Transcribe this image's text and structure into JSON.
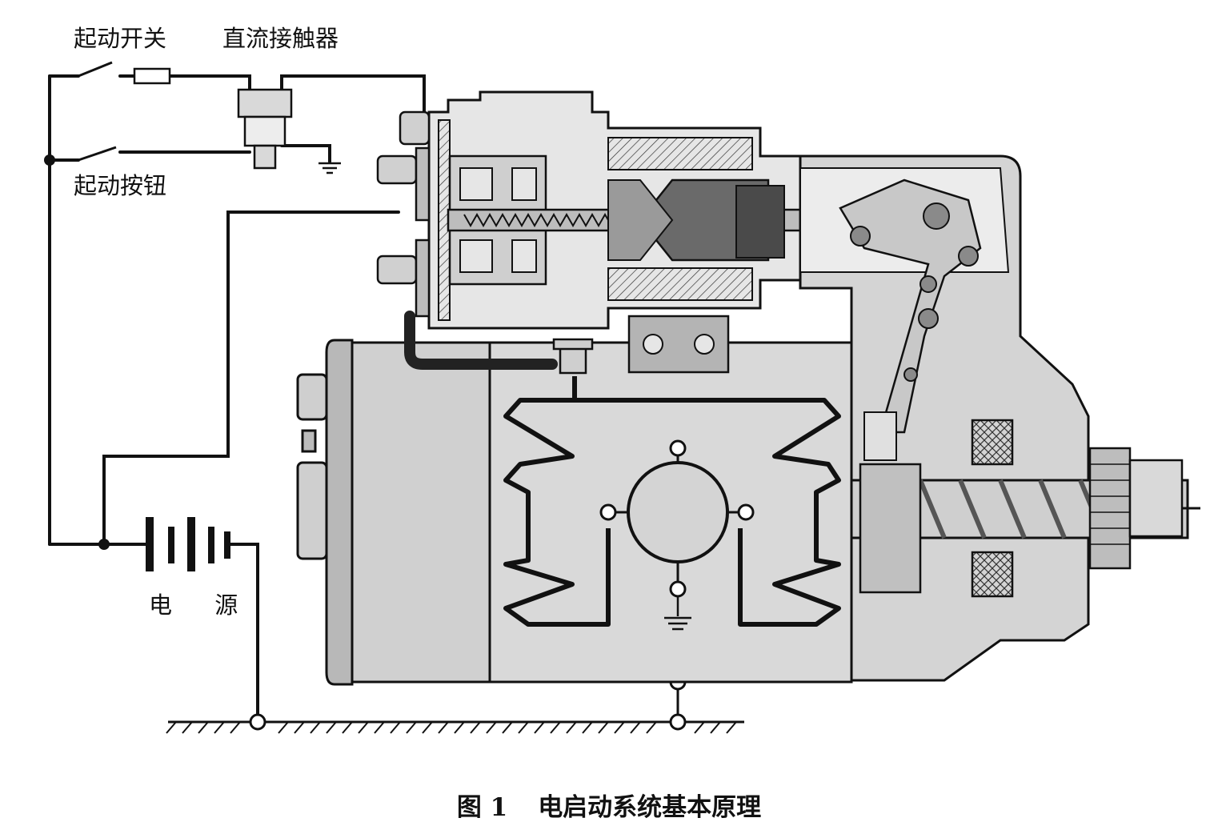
{
  "labels": {
    "start_switch": "起动开关",
    "dc_contactor": "直流接触器",
    "start_button": "起动按钮",
    "power_source": "电 源"
  },
  "caption": {
    "figure_number": "图 1",
    "title": "电启动系统基本原理"
  },
  "colors": {
    "line": "#111111",
    "fill_light": "#d9d9d9",
    "fill_mid": "#b4b4b4",
    "fill_dark": "#6a6a6a"
  }
}
